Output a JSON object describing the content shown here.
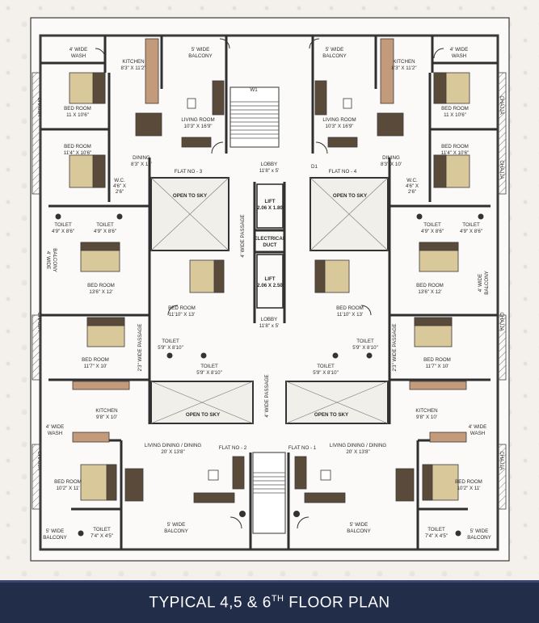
{
  "footer": {
    "title_prefix": "TYPICAL 4,5 & 6",
    "title_sup": "TH",
    "title_suffix": " FLOOR PLAN"
  },
  "core": {
    "w1": "W1",
    "d1": "D1",
    "lobby_top": [
      "LOBBY",
      "11'8\" x 5'"
    ],
    "lift_1": [
      "LIFT",
      "2.06 X 1.80"
    ],
    "electrical_duct": [
      "ELECTRICAL",
      "DUCT"
    ],
    "lift_2": [
      "LIFT",
      "2.06 X 2.50"
    ],
    "lobby_bottom": [
      "LOBBY",
      "11'8\" x 5'"
    ],
    "passage_upper": "4' WIDE PASSAGE",
    "passage_lower": "4' WIDE PASSAGE",
    "open_to_sky_nw": "OPEN TO SKY",
    "open_to_sky_ne": "OPEN TO SKY",
    "open_to_sky_sw": "OPEN TO SKY",
    "open_to_sky_se": "OPEN TO SKY"
  },
  "flat_3": {
    "flat_no": "FLAT NO - 3",
    "wash": [
      "4' WIDE",
      "WASH"
    ],
    "kitchen": [
      "KITCHEN",
      "8'3\" X 11'2\""
    ],
    "balcony_top": [
      "5' WIDE",
      "BALCONY"
    ],
    "chajja": "CHAJJA",
    "bed_1": [
      "BED ROOM",
      "11 X 10'6\""
    ],
    "living": [
      "LIVING ROOM",
      "10'3\" X 16'9\""
    ],
    "bed_2": [
      "BED ROOM",
      "11'4\" X 10'6\""
    ],
    "dining": [
      "DINING",
      "8'3\" X 10'"
    ],
    "wc": [
      "W.C.",
      "4'6\" X",
      "2'6\""
    ],
    "toilet_1": [
      "TOILET",
      "4'9\" X 8'6\""
    ],
    "toilet_2": [
      "TOILET",
      "4'9\" X 8'6\""
    ],
    "balcony_side": [
      "4' WIDE",
      "BALCONY"
    ],
    "bed_3": [
      "BED ROOM",
      "13'6\" X 12'"
    ],
    "bed_4": [
      "BED ROOM",
      "11'10\" X 13'"
    ]
  },
  "flat_4": {
    "flat_no": "FLAT NO - 4",
    "wash": [
      "4' WIDE",
      "WASH"
    ],
    "kitchen": [
      "KITCHEN",
      "8'3\" X 11'2\""
    ],
    "balcony_top": [
      "5' WIDE",
      "BALCONY"
    ],
    "chajja_1": "CHAJJA",
    "chajja_2": "CHAJJA",
    "bed_1": [
      "BED ROOM",
      "11 X 10'6\""
    ],
    "living": [
      "LIVING ROOM",
      "10'3\" X 16'9\""
    ],
    "bed_2": [
      "BED ROOM",
      "11'4\" X 10'6\""
    ],
    "dining": [
      "DINING",
      "8'3\" X 10'"
    ],
    "wc": [
      "W.C.",
      "4'6\" X",
      "2'6\""
    ],
    "toilet_1": [
      "TOILET",
      "4'9\" X 8'6\""
    ],
    "toilet_2": [
      "TOILET",
      "4'9\" X 8'6\""
    ],
    "balcony_side": [
      "4' WIDE",
      "BALCONY"
    ],
    "bed_3": [
      "BED ROOM",
      "13'6\" X 12'"
    ],
    "bed_4": [
      "BED ROOM",
      "11'10\" X 13'"
    ]
  },
  "flat_2": {
    "flat_no": "FLAT NO - 2",
    "chajja_1": "CHAJJA",
    "chajja_2": "CHAJJA",
    "bed_1": [
      "BED ROOM",
      "11'7\" X 10'"
    ],
    "passage": "2'3\" WIDE PASSAGE",
    "toilet_1": [
      "TOILET",
      "5'9\" X 8'10\""
    ],
    "toilet_2": [
      "TOILET",
      "5'9\" X 8'10\""
    ],
    "kitchen": [
      "KITCHEN",
      "9'8\" X 10'"
    ],
    "wash": [
      "4' WIDE",
      "WASH"
    ],
    "living": [
      "LIVING DINING / DINING",
      "20' X 13'8\""
    ],
    "bed_2": [
      "BED ROOM",
      "10'2\" X 11'"
    ],
    "toilet_3": [
      "TOILET",
      "7'4\" X 4'5\""
    ],
    "balcony_1": [
      "5' WIDE",
      "BALCONY"
    ],
    "balcony_2": [
      "5' WIDE",
      "BALCONY"
    ]
  },
  "flat_1": {
    "flat_no": "FLAT NO - 1",
    "chajja_1": "CHAJJA",
    "chajja_2": "CHAJJA",
    "bed_1": [
      "BED ROOM",
      "11'7\" X 10'"
    ],
    "passage": "2'3\" WIDE PASSAGE",
    "toilet_1": [
      "TOILET",
      "5'9\" X 8'10\""
    ],
    "toilet_2": [
      "TOILET",
      "5'9\" X 8'10\""
    ],
    "kitchen": [
      "KITCHEN",
      "9'8\" X 10'"
    ],
    "wash": [
      "4' WIDE",
      "WASH"
    ],
    "living": [
      "LIVING DINING / DINING",
      "20' X 13'8\""
    ],
    "bed_2": [
      "BED ROOM",
      "10'2\" X 11'"
    ],
    "toilet_3": [
      "TOILET",
      "7'4\" X 4'5\""
    ],
    "balcony_1": [
      "5' WIDE",
      "BALCONY"
    ],
    "balcony_2": [
      "5' WIDE",
      "BALCONY"
    ]
  }
}
